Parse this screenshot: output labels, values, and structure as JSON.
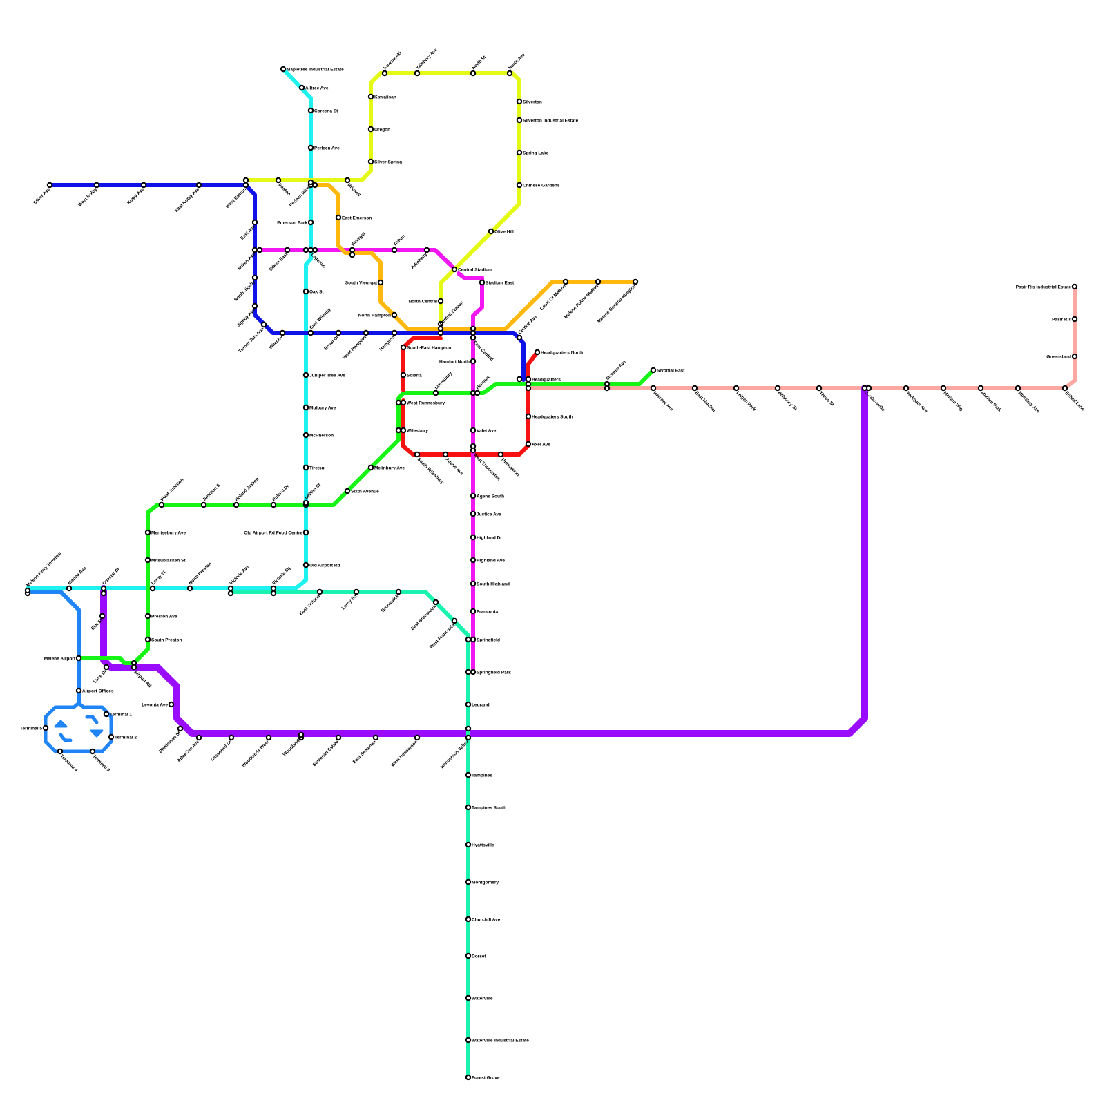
{
  "map": {
    "lines": {
      "blue": {
        "color": "#0f12e6"
      },
      "yellow": {
        "color": "#e4fa16"
      },
      "cyan": {
        "color": "#1ef2f0"
      },
      "orange": {
        "color": "#ffb80b"
      },
      "magenta": {
        "color": "#f217f2"
      },
      "red": {
        "color": "#f81111"
      },
      "green": {
        "color": "#15f415"
      },
      "teal": {
        "color": "#18f3b0"
      },
      "purple": {
        "color": "#9a0cff"
      },
      "pink": {
        "color": "#fca8a2"
      },
      "azure": {
        "color": "#1f84f5"
      }
    },
    "stations": [
      {
        "id": "silver-ave",
        "name": "Silver Ave"
      },
      {
        "id": "west-kolby",
        "name": "West Kolby"
      },
      {
        "id": "kolby-ave",
        "name": "Kolby Ave"
      },
      {
        "id": "east-kolby-ave",
        "name": "East Kolby Ave"
      },
      {
        "id": "west-easton",
        "name": "West Easton"
      },
      {
        "id": "easton",
        "name": "Easton"
      },
      {
        "id": "perleen-river",
        "name": "Perleen River"
      },
      {
        "id": "brickell",
        "name": "Brickell"
      },
      {
        "id": "mapletree",
        "name": "Mapletree Industrial Estate"
      },
      {
        "id": "alltree",
        "name": "Alltree Ave"
      },
      {
        "id": "coreena",
        "name": "Coreena St"
      },
      {
        "id": "perleen-ave",
        "name": "Perleen Ave"
      },
      {
        "id": "emerson-park",
        "name": "Emerson Park"
      },
      {
        "id": "east-emerson",
        "name": "East Emerson"
      },
      {
        "id": "kowzanski",
        "name": "Kowzanski"
      },
      {
        "id": "yulebury",
        "name": "Yulebury Ave"
      },
      {
        "id": "north-st",
        "name": "North St"
      },
      {
        "id": "north-ave",
        "name": "North Ave"
      },
      {
        "id": "kawaiisan",
        "name": "Kawaiisan"
      },
      {
        "id": "oregon",
        "name": "Oregon"
      },
      {
        "id": "silver-spring",
        "name": "Silver Spring"
      },
      {
        "id": "silverton",
        "name": "Silverton"
      },
      {
        "id": "silverton-ie",
        "name": "Silverton Industrial Estate"
      },
      {
        "id": "spring-lake",
        "name": "Spring Lake"
      },
      {
        "id": "chinese-gardens",
        "name": "Chinese Gardens"
      },
      {
        "id": "olive-hill",
        "name": "Olive Hill"
      },
      {
        "id": "east-ave",
        "name": "East Ave"
      },
      {
        "id": "silken-ave",
        "name": "Silken Ave"
      },
      {
        "id": "silken-east",
        "name": "Silken East"
      },
      {
        "id": "legerian",
        "name": "Legerian"
      },
      {
        "id": "vleurgat",
        "name": "Vleurgat"
      },
      {
        "id": "yishun",
        "name": "Yishun"
      },
      {
        "id": "admiralty",
        "name": "Admiralty"
      },
      {
        "id": "central-stadium",
        "name": "Central Stadium"
      },
      {
        "id": "stadium-east",
        "name": "Stadium East"
      },
      {
        "id": "north-jigeby",
        "name": "North Jigeby"
      },
      {
        "id": "jigeby-ave",
        "name": "Jigeby Ave"
      },
      {
        "id": "turner-junction",
        "name": "Turner Junction"
      },
      {
        "id": "wilenby",
        "name": "Wilenby"
      },
      {
        "id": "east-wilenby",
        "name": "East Wilenby"
      },
      {
        "id": "oak-st",
        "name": "Oak St"
      },
      {
        "id": "south-vleurgat",
        "name": "South Vleurgat"
      },
      {
        "id": "north-central",
        "name": "North Central"
      },
      {
        "id": "north-hampton",
        "name": "North Hampton"
      },
      {
        "id": "central-station",
        "name": "Central Station"
      },
      {
        "id": "court-of-melene",
        "name": "Court Of Melene"
      },
      {
        "id": "melene-police",
        "name": "Melene Police Station"
      },
      {
        "id": "melene-hospital",
        "name": "Melene General Hospital"
      },
      {
        "id": "royal-dr",
        "name": "Royal Dr"
      },
      {
        "id": "west-hampton",
        "name": "West Hampton"
      },
      {
        "id": "hampton",
        "name": "Hampton"
      },
      {
        "id": "central-ave",
        "name": "Central Ave"
      },
      {
        "id": "east-central",
        "name": "East Central"
      },
      {
        "id": "se-hampton",
        "name": "South-East Hampton"
      },
      {
        "id": "hamfurt-north",
        "name": "Hamfurt North"
      },
      {
        "id": "hq-north",
        "name": "Headquarters North"
      },
      {
        "id": "solaria",
        "name": "Solaria"
      },
      {
        "id": "juniper",
        "name": "Juniper Tree Ave"
      },
      {
        "id": "limesbury",
        "name": "Limesbury"
      },
      {
        "id": "hamfurt",
        "name": "Hamfurt"
      },
      {
        "id": "headquarters",
        "name": "Headquarters"
      },
      {
        "id": "sivonial-ave",
        "name": "Sivonial Ave"
      },
      {
        "id": "sivonial-east",
        "name": "Sivonial East"
      },
      {
        "id": "pasir-ris-ie",
        "name": "Pasir Ris Industrial Estate"
      },
      {
        "id": "pasir-ris",
        "name": "Pasir Ris"
      },
      {
        "id": "greensland",
        "name": "Greensland"
      },
      {
        "id": "west-runnesbury",
        "name": "West Runnesbury"
      },
      {
        "id": "mulbury",
        "name": "Mulbury Ave"
      },
      {
        "id": "hatchet-ave",
        "name": "Hatchet Ave"
      },
      {
        "id": "east-hatchet",
        "name": "East Hatchet"
      },
      {
        "id": "leigen-park",
        "name": "Leigen Park"
      },
      {
        "id": "pillsbury",
        "name": "Pillsbury St"
      },
      {
        "id": "times-st",
        "name": "Times St"
      },
      {
        "id": "jordansville",
        "name": "Jordansville"
      },
      {
        "id": "yorkgate",
        "name": "Yorkgate Ave"
      },
      {
        "id": "mariam-way",
        "name": "Mariam Way"
      },
      {
        "id": "mariam-park",
        "name": "Mariam Park"
      },
      {
        "id": "mossbay",
        "name": "Mossbay Ave"
      },
      {
        "id": "etihad",
        "name": "Etihad Lane"
      },
      {
        "id": "hq-south",
        "name": "Headquaters South"
      },
      {
        "id": "wilesbury",
        "name": "Wilesbury"
      },
      {
        "id": "valet-ave",
        "name": "Valet Ave"
      },
      {
        "id": "mcpherson",
        "name": "McPherson"
      },
      {
        "id": "axel-ave",
        "name": "Axel Ave"
      },
      {
        "id": "south-wilesbury",
        "name": "South Wilesbury"
      },
      {
        "id": "agens-ave",
        "name": "Agens Ave"
      },
      {
        "id": "west-thomaston",
        "name": "West Thomaston"
      },
      {
        "id": "thomaston",
        "name": "Thomaston"
      },
      {
        "id": "tiretsu",
        "name": "Tiretsu"
      },
      {
        "id": "melinbury",
        "name": "Melinbury Ave"
      },
      {
        "id": "sixth-avenue",
        "name": "Sixth Avenue"
      },
      {
        "id": "agens-south",
        "name": "Agens South"
      },
      {
        "id": "west-junction",
        "name": "West Junction"
      },
      {
        "id": "junction-8",
        "name": "Junction 8"
      },
      {
        "id": "roland-station",
        "name": "Roland Station"
      },
      {
        "id": "roland-dr",
        "name": "Roland Dr"
      },
      {
        "id": "lebian-st",
        "name": "Lebian St"
      },
      {
        "id": "justice-ave",
        "name": "Justice Ave"
      },
      {
        "id": "meritsebury",
        "name": "Meritsebury Ave"
      },
      {
        "id": "oar-food",
        "name": "Old Airport Rd Food Centre"
      },
      {
        "id": "highland-dr",
        "name": "Highland Dr"
      },
      {
        "id": "mitsublasken",
        "name": "Mitsublasken St"
      },
      {
        "id": "highland-ave",
        "name": "Highland Ave"
      },
      {
        "id": "old-airport-rd",
        "name": "Old Airport Rd"
      },
      {
        "id": "melene-ferry",
        "name": "Melene Ferry Terminal"
      },
      {
        "id": "marina-ave",
        "name": "Marina Ave"
      },
      {
        "id": "coastal-dr",
        "name": "Coastal Dr"
      },
      {
        "id": "leroy-st",
        "name": "Leroy St"
      },
      {
        "id": "north-preston",
        "name": "North Preston"
      },
      {
        "id": "victoria-ave",
        "name": "Victoria Ave"
      },
      {
        "id": "victoria-sq",
        "name": "Victoria Sq"
      },
      {
        "id": "south-highland",
        "name": "South Highland"
      },
      {
        "id": "east-victoria",
        "name": "East Victoria"
      },
      {
        "id": "leroy-sq",
        "name": "Leroy Sq"
      },
      {
        "id": "brunswick",
        "name": "Brunswick"
      },
      {
        "id": "east-brunswick",
        "name": "East Brunswick"
      },
      {
        "id": "west-franconia",
        "name": "West Franconia"
      },
      {
        "id": "franconia",
        "name": "Franconia"
      },
      {
        "id": "elm-st",
        "name": "Elm St"
      },
      {
        "id": "preston-ave",
        "name": "Preston Ave"
      },
      {
        "id": "south-preston",
        "name": "South Preston"
      },
      {
        "id": "springfield",
        "name": "Springfield"
      },
      {
        "id": "melene-airport",
        "name": "Melene Airport"
      },
      {
        "id": "luke-dr",
        "name": "Luke Dr"
      },
      {
        "id": "airport-rd",
        "name": "Airport Rd"
      },
      {
        "id": "springfield-park",
        "name": "Springfield Park"
      },
      {
        "id": "airport-offices",
        "name": "Airport Offices"
      },
      {
        "id": "levonia-ave",
        "name": "Levonia Ave"
      },
      {
        "id": "legrand",
        "name": "Legrand"
      },
      {
        "id": "terminal-1",
        "name": "Terminal 1"
      },
      {
        "id": "terminal-5",
        "name": "Terminal 5"
      },
      {
        "id": "terminal-2",
        "name": "Terminal 2"
      },
      {
        "id": "terminal-4",
        "name": "Terminal 4"
      },
      {
        "id": "terminal-3",
        "name": "Terminal 3"
      },
      {
        "id": "dinkleman",
        "name": "Dinkleman St"
      },
      {
        "id": "abeecee",
        "name": "ABeeCee Ave"
      },
      {
        "id": "cassonell",
        "name": "Cassonell Dr"
      },
      {
        "id": "woodlands-west",
        "name": "Woodlands West"
      },
      {
        "id": "woodlands",
        "name": "Woodlands"
      },
      {
        "id": "semenan-estate",
        "name": "Semenan Estate"
      },
      {
        "id": "east-semenan",
        "name": "East Semenan"
      },
      {
        "id": "west-henderson",
        "name": "West Henderson"
      },
      {
        "id": "henderson-valley",
        "name": "Henderson Valley"
      },
      {
        "id": "tampines",
        "name": "Tampines"
      },
      {
        "id": "tampines-south",
        "name": "Tampines South"
      },
      {
        "id": "hyattsville",
        "name": "Hyattsville"
      },
      {
        "id": "montgomery",
        "name": "Montgomery"
      },
      {
        "id": "churchill",
        "name": "Churchill Ave"
      },
      {
        "id": "dorset",
        "name": "Dorset"
      },
      {
        "id": "waterville",
        "name": "Waterville"
      },
      {
        "id": "waterville-ie",
        "name": "Waterville Industrial Estate"
      },
      {
        "id": "forest-grove",
        "name": "Forest Grove"
      }
    ]
  }
}
